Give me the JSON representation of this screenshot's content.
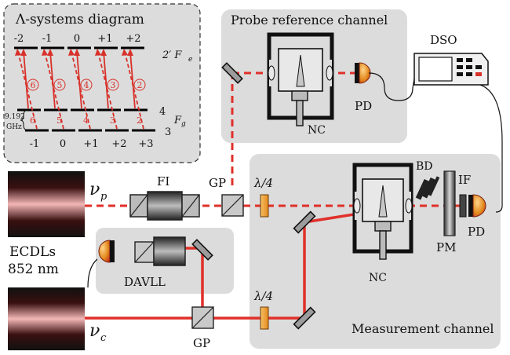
{
  "lambda_box": {
    "title": "Λ-systems diagram",
    "top_mf": [
      "-2",
      "-1",
      "0",
      "+1",
      "+2"
    ],
    "bottom_mf": [
      "-1",
      "0",
      "+1",
      "+2",
      "+3"
    ],
    "upper_level": "2′ F",
    "upper_sub": "e",
    "lower_level": "F",
    "lower_sub": "g",
    "level4": "4",
    "level3": "3",
    "split_value": "9.192",
    "split_unit": "GHz",
    "upper_numbers": [
      "6",
      "5",
      "4",
      "3",
      "2"
    ],
    "lower_numbers": [
      "6",
      "5",
      "4",
      "3",
      "2"
    ]
  },
  "probe_box": {
    "title": "Probe reference channel",
    "pd": "PD",
    "nc": "NC"
  },
  "dso": {
    "label": "DSO"
  },
  "measure_box": {
    "title": "Measurement channel",
    "bd": "BD",
    "if": "IF",
    "pd": "PD",
    "pm": "PM",
    "nc": "NC",
    "qwp": "λ/4"
  },
  "probe_laser": {
    "symbol": "ν",
    "sub": "p"
  },
  "coupling_laser": {
    "symbol": "ν",
    "sub": "c"
  },
  "ecdl": {
    "line1": "ECDLs",
    "line2": "852 nm"
  },
  "fi": "FI",
  "gp_top": "GP",
  "gp_bottom": "GP",
  "qwp_top": "λ/4",
  "qwp_bottom": "λ/4",
  "davll": "DAVLL",
  "colors": {
    "beam": "#e0302a",
    "panel": "#dcdcdc",
    "panel_stroke": "#9a9a9a"
  }
}
